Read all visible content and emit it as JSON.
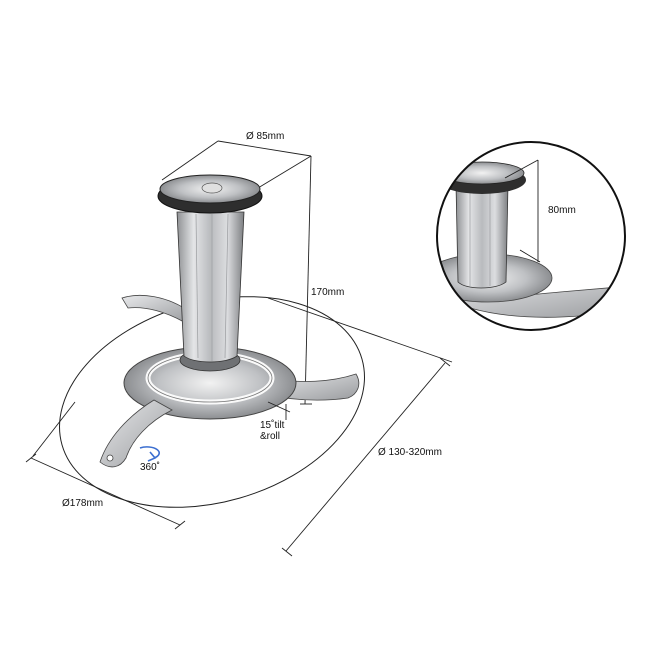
{
  "dimensions": {
    "top_plate_diameter": "Ø 85mm",
    "column_height": "170mm",
    "detail_height": "80mm",
    "tilt_roll": "15˚tilt\n&roll",
    "rotation": "360˚",
    "mount_span": "Ø 130-320mm",
    "base_diameter": "Ø178mm"
  },
  "colors": {
    "line": "#222222",
    "metal_light": "#d9dadc",
    "metal_mid": "#a9abae",
    "metal_dark": "#5f6164",
    "plate_dark": "#2b2b2b",
    "rotation_arrow": "#3c6fd0"
  }
}
